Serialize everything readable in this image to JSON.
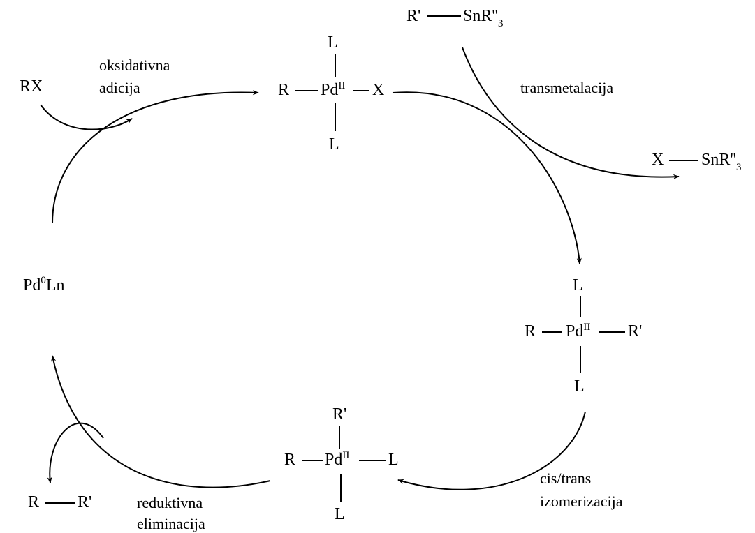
{
  "diagram": {
    "reagent_rx": "RX",
    "pd0": {
      "base": "Pd",
      "sup": "0",
      "tail": "Ln"
    },
    "pd": "Pd",
    "pd_ox": "II",
    "ligand": "L",
    "r": "R",
    "x": "X",
    "r_prime": "R'",
    "stannane_r": "R'",
    "stannane_in": {
      "base": "SnR''",
      "sub": "3"
    },
    "stannane_x": "X",
    "stannane_out": {
      "base": "SnR''",
      "sub": "3"
    },
    "product_r": "R",
    "product_rp": "R'"
  },
  "steps": {
    "oxidative_addition": [
      "oksidativna",
      "adicija"
    ],
    "transmetalation": "transmetalacija",
    "isomerization": [
      "cis/trans",
      "izomerizacija"
    ],
    "reductive_elimination": [
      "reduktivna",
      "eliminacija"
    ]
  },
  "colors": {
    "ink": "#000000",
    "background": "#ffffff"
  }
}
